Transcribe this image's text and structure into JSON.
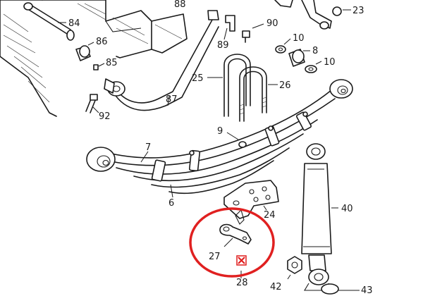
{
  "diagram": {
    "labels": {
      "p84": "84",
      "p88": "88",
      "p23": "23",
      "p86": "86",
      "p85": "85",
      "p89": "89",
      "p90": "90",
      "p10a": "10",
      "p8": "8",
      "p10b": "10",
      "p25": "25",
      "p26": "26",
      "p87": "87",
      "p92": "92",
      "p9": "9",
      "p7": "7",
      "p6": "6",
      "p24": "24",
      "p40": "40",
      "p27": "27",
      "p28": "28",
      "p42": "42",
      "p43": "43"
    },
    "highlight_color": "#e02020",
    "marker_color": "#e02020",
    "line_color": "#1a1a1a"
  }
}
